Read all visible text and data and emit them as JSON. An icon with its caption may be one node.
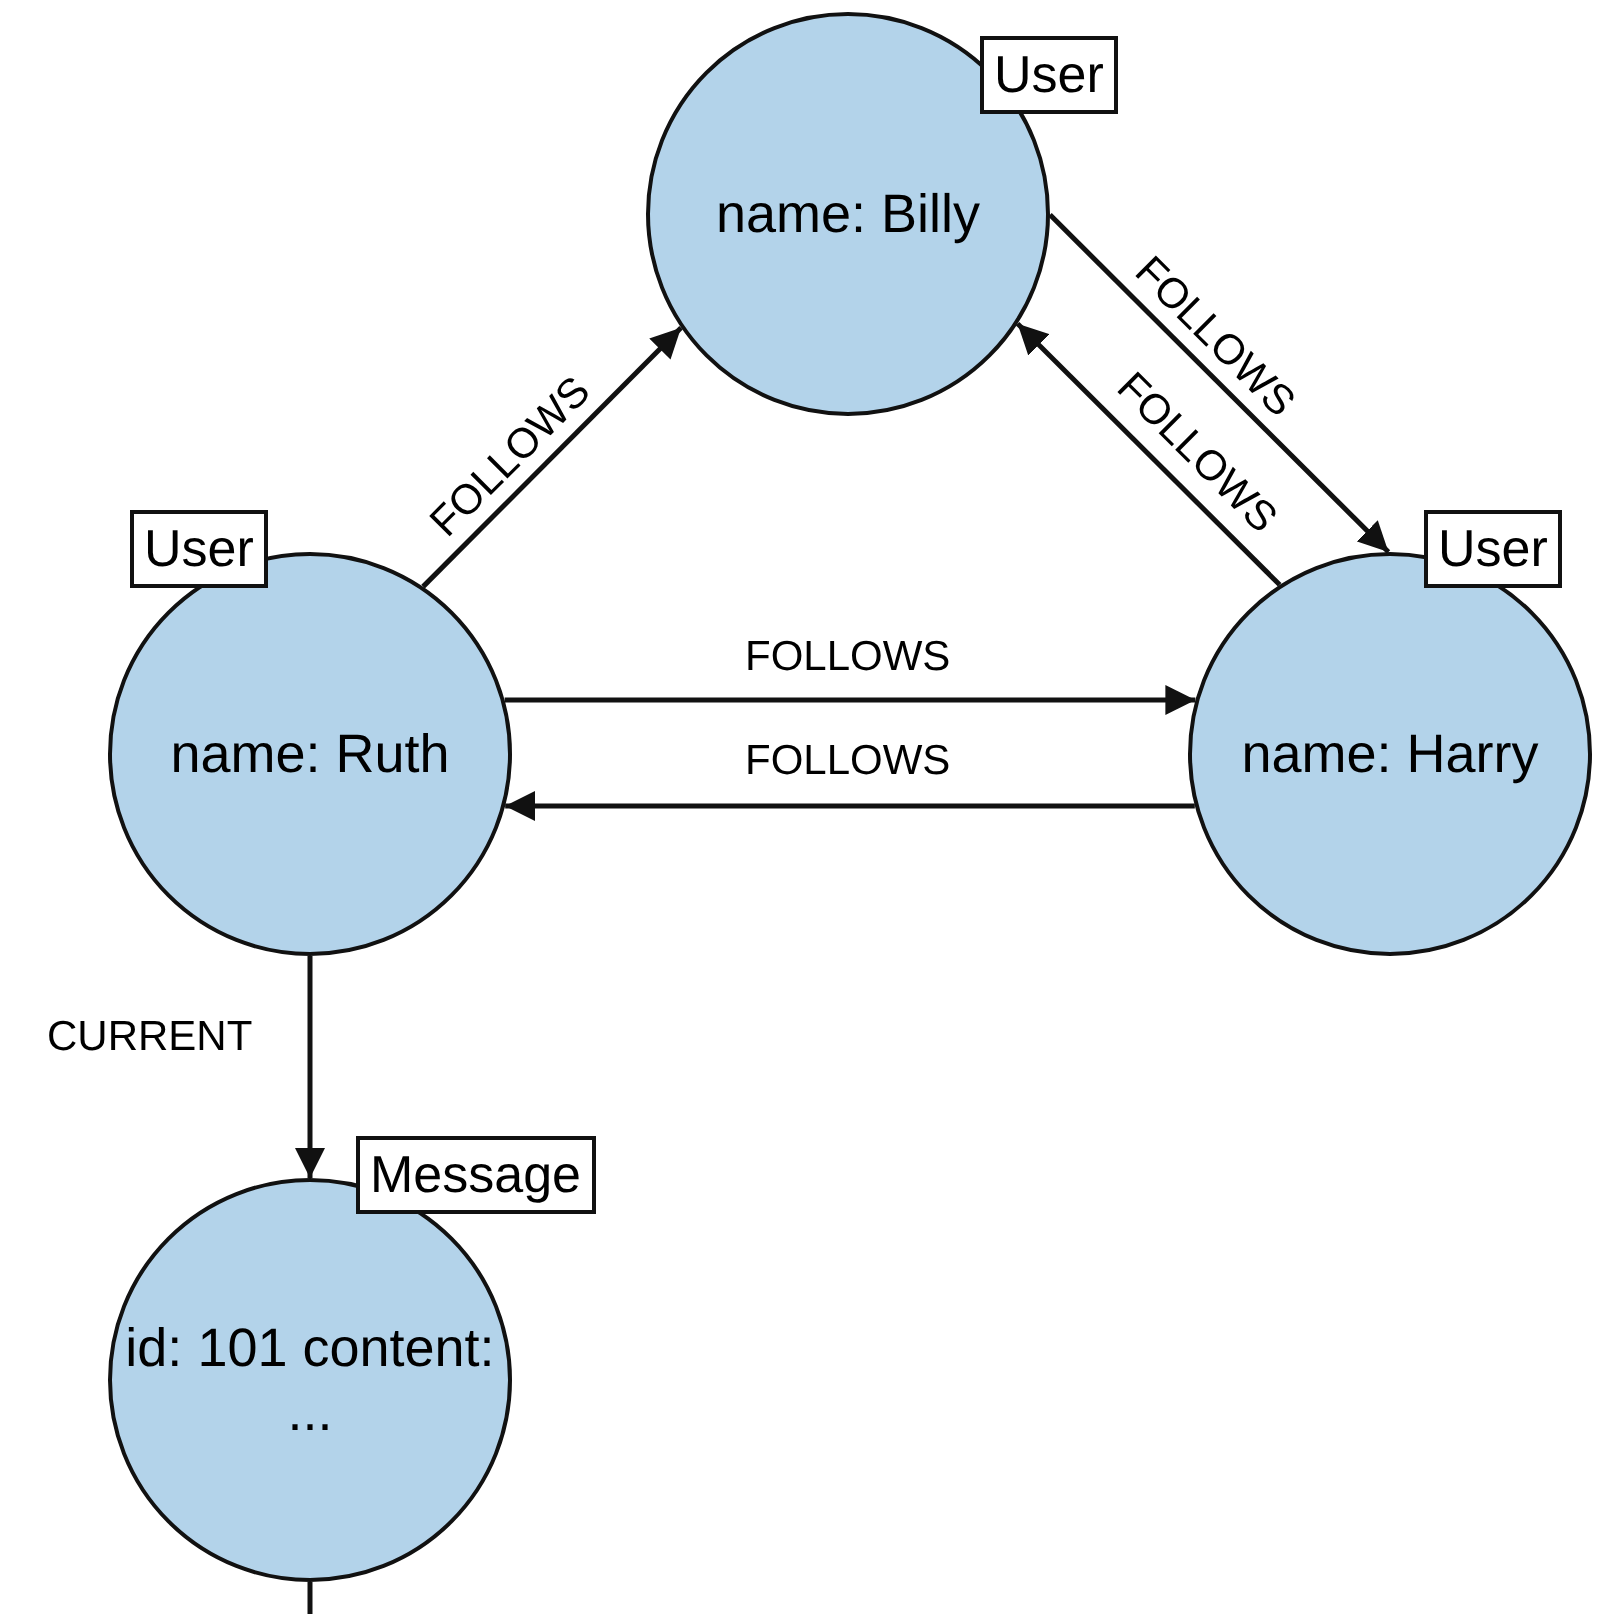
{
  "diagram": {
    "nodes": [
      {
        "text": [
          "User",
          "name: Billy"
        ]
      },
      {
        "text": [
          "User",
          "name: Ruth"
        ]
      },
      {
        "text": [
          "User",
          "name: Harry"
        ]
      },
      {
        "text": [
          "Message",
          "id: 101 content: ..."
        ]
      }
    ],
    "edges": [
      {
        "from": 1,
        "to": 0,
        "arrow": "to",
        "label": "FOLLOWS"
      },
      {
        "from": 0,
        "to": 2,
        "arrow": "to",
        "label": "FOLLOWS"
      },
      {
        "from": 2,
        "to": 0,
        "arrow": "to",
        "label": "FOLLOWS"
      },
      {
        "from": 1,
        "to": 2,
        "arrow": "to",
        "label": "FOLLOWS"
      },
      {
        "from": 2,
        "to": 1,
        "arrow": "to",
        "label": "FOLLOWS"
      },
      {
        "from": 1,
        "to": 3,
        "arrow": "to",
        "label": "CURRENT"
      },
      {
        "from": 3,
        "to": null,
        "arrow": "none"
      }
    ]
  }
}
